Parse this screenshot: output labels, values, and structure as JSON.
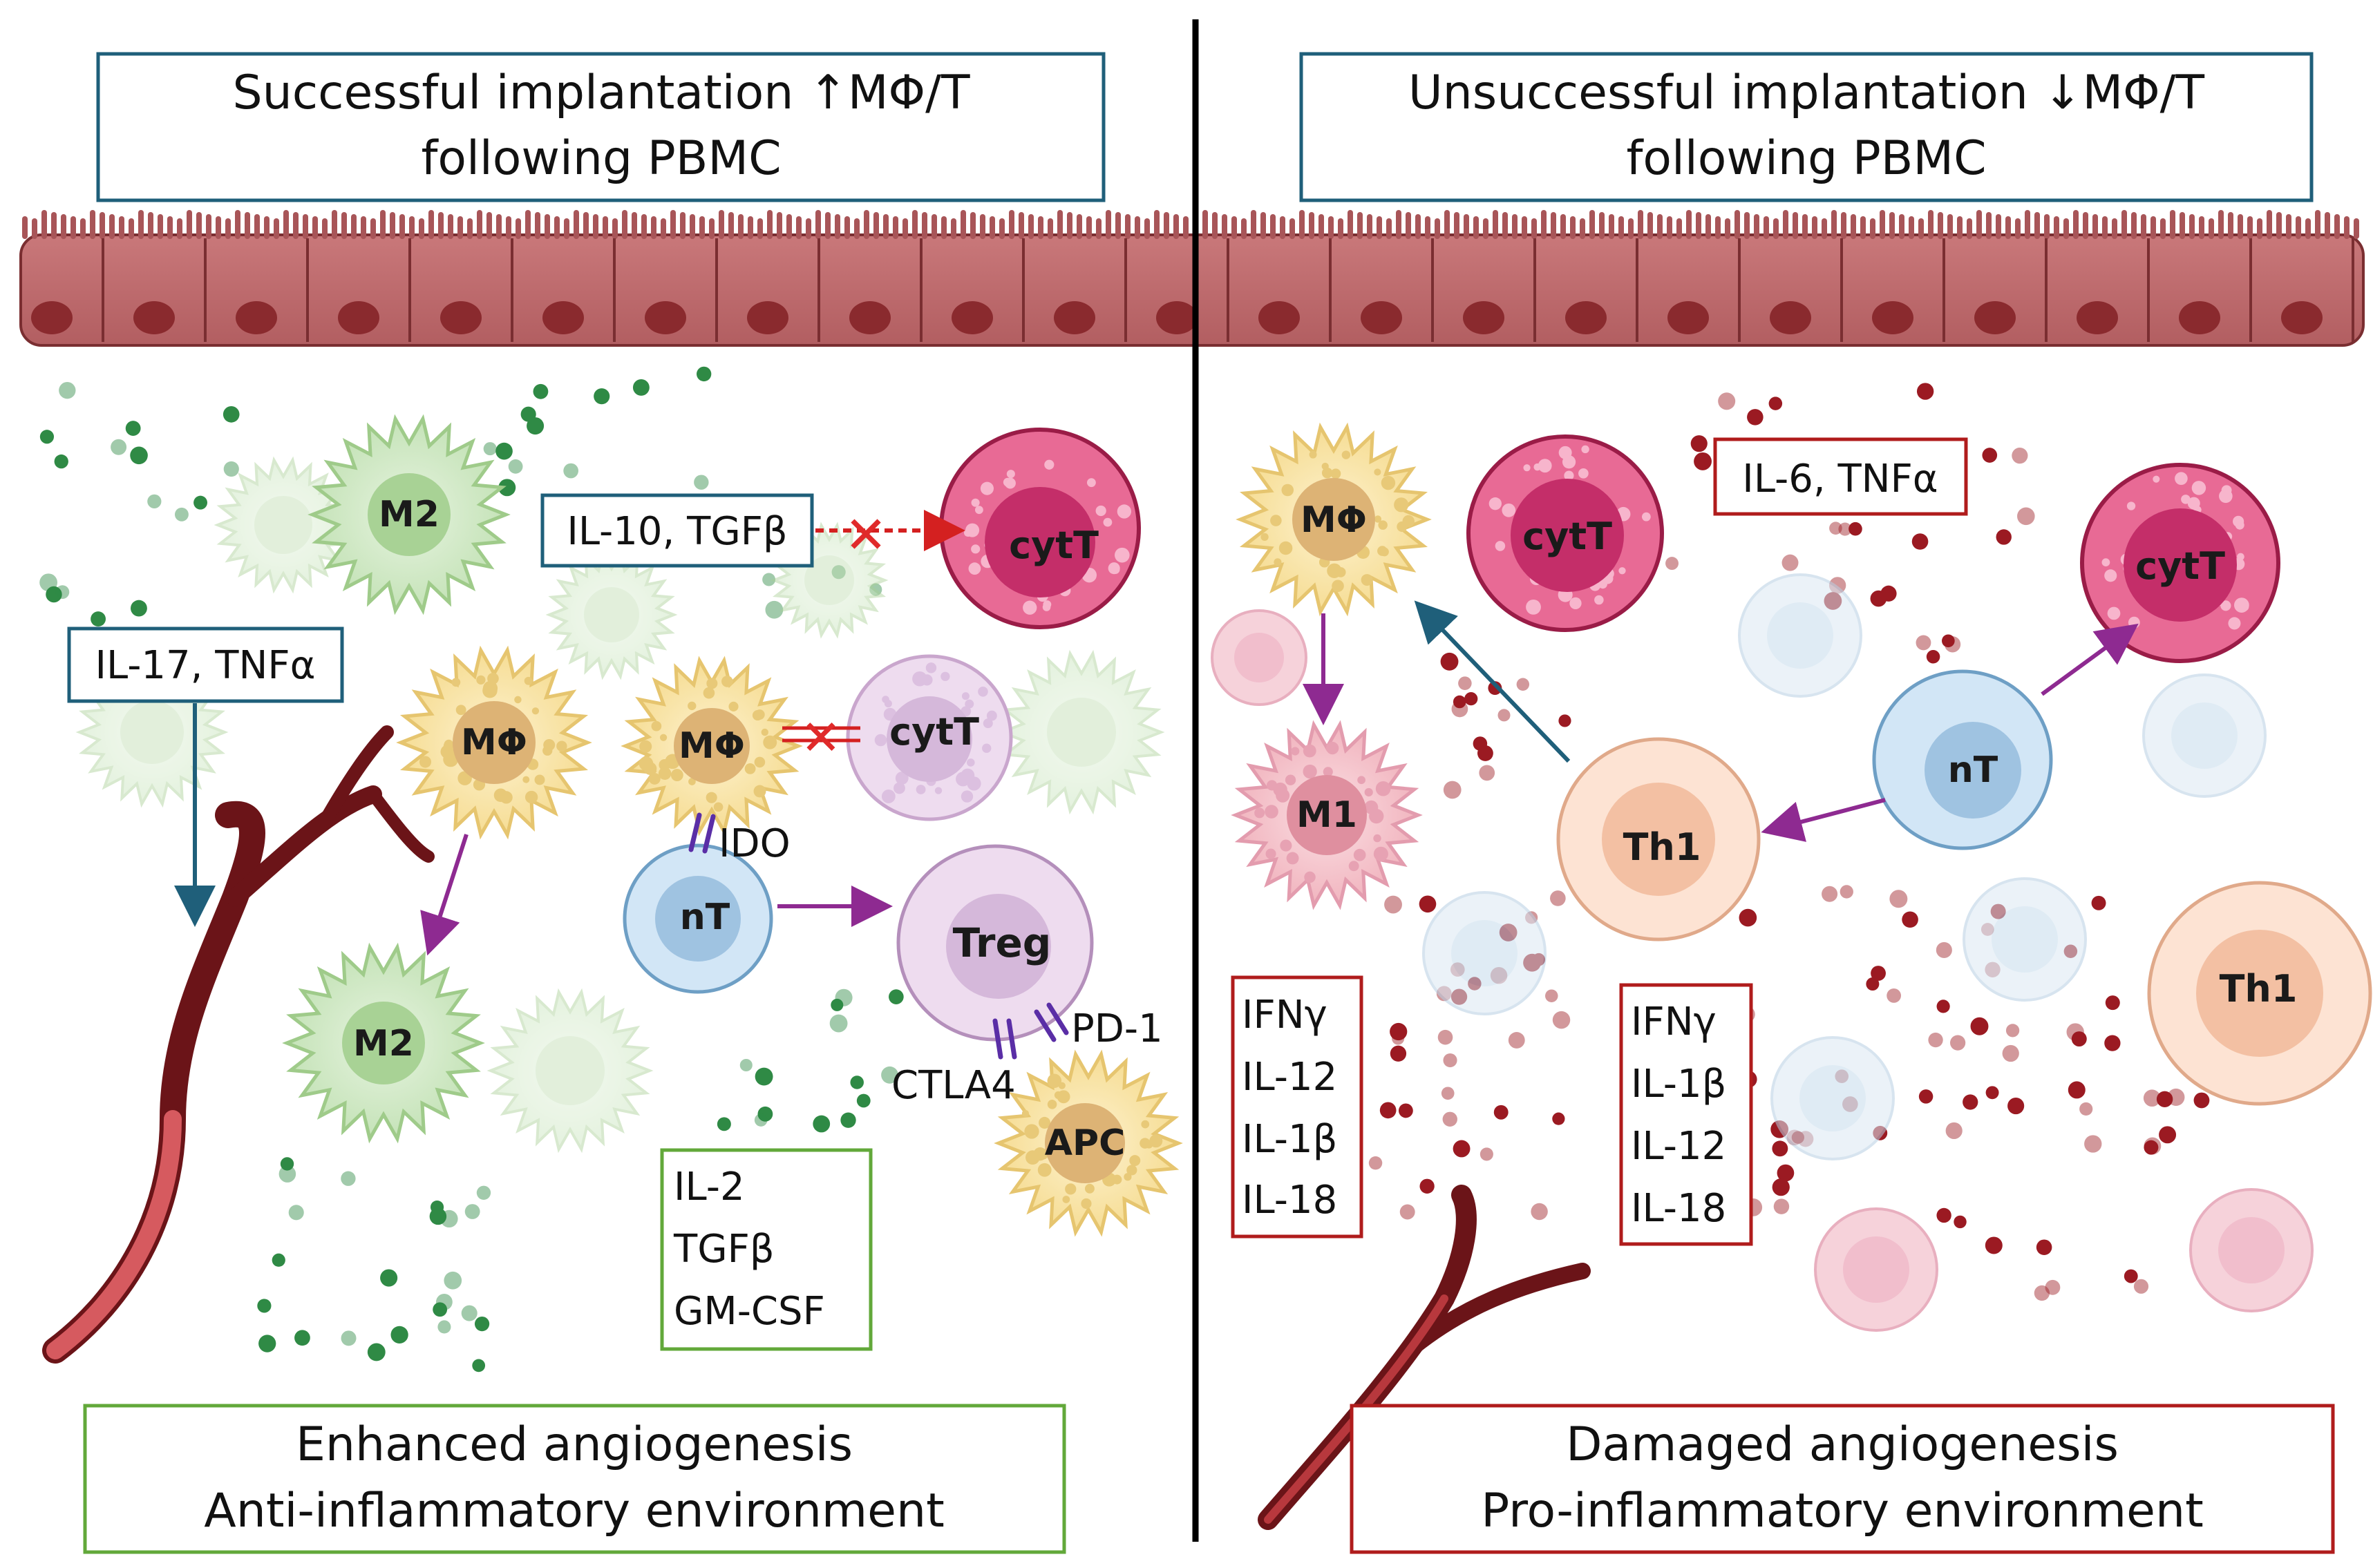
{
  "colors": {
    "teal_box": "#1f5f7a",
    "red_box": "#b01c1c",
    "green_box": "#62a83a",
    "arrow_purple": "#8e2a91",
    "arrow_teal": "#1f5f7a",
    "arrow_red": "#d42020",
    "vessel": "#6b1418",
    "divider": "#000000"
  },
  "left": {
    "title_line1": "Successful implantation ↑MΦ/T",
    "title_line2": "following PBMC",
    "box_il10": "IL-10, TGFβ",
    "box_il17": "IL-17, TNFα",
    "box_il2": [
      "IL-2",
      "TGFβ",
      "GM-CSF"
    ],
    "text_ido": "IDO",
    "text_pd1": "PD-1",
    "text_ctla4": "CTLA4",
    "bottom_line1": "Enhanced angiogenesis",
    "bottom_line2": "Anti-inflammatory environment",
    "cells": {
      "m2_top": "M2",
      "cytt_top": "cytT",
      "mphi_left": "MΦ",
      "mphi_center": "MΦ",
      "cytt_center": "cytT",
      "nt": "nT",
      "treg": "Treg",
      "m2_bottom": "M2",
      "apc": "APC"
    }
  },
  "right": {
    "title_line1": "Unsuccessful implantation ↓MΦ/T",
    "title_line2": "following PBMC",
    "box_il6": "IL-6, TNFα",
    "box_a": [
      "IFNγ",
      "IL-12",
      "IL-1β",
      "IL-18"
    ],
    "box_b": [
      "IFNγ",
      "IL-1β",
      "IL-12",
      "IL-18"
    ],
    "bottom_line1": "Damaged angiogenesis",
    "bottom_line2": "Pro-inflammatory environment",
    "cells": {
      "mphi": "MΦ",
      "cytt_a": "cytT",
      "cytt_b": "cytT",
      "m1": "M1",
      "th1_center": "Th1",
      "nt": "nT",
      "th1_right": "Th1"
    }
  }
}
